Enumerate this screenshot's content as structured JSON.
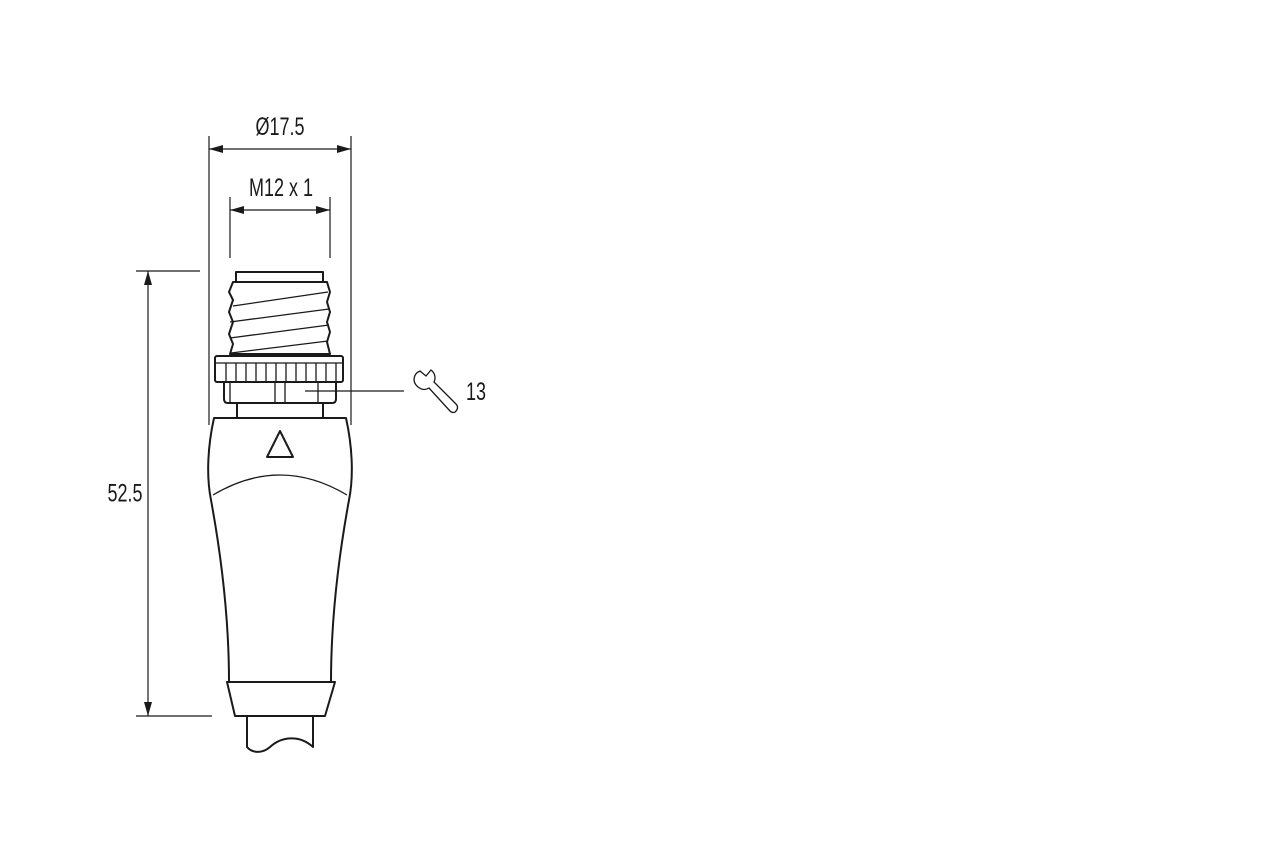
{
  "dimensions": {
    "outer_diameter": "Ø17.5",
    "thread": "M12 x 1",
    "wrench_size": "13",
    "length": "52.5"
  },
  "icons": {
    "wrench": "wrench-icon",
    "arrow_mark": "triangle-arrow-icon"
  }
}
